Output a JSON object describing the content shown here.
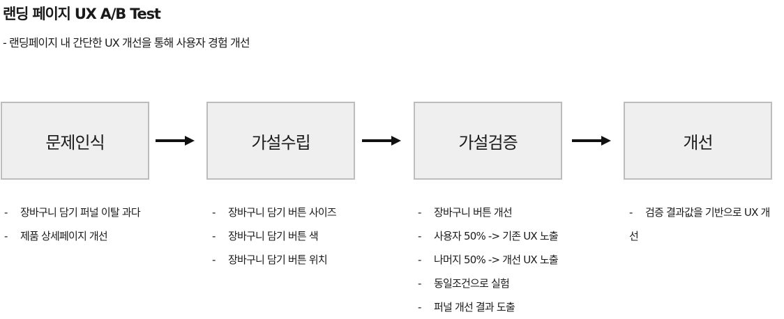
{
  "title": "랜딩 페이지 UX A/B Test",
  "subtitle": "- 랜딩페이지 내 간단한 UX 개선을 통해 사용자 경험 개선",
  "dash": "-",
  "steps": [
    {
      "label": "문제인식",
      "items": [
        "장바구니 담기 퍼널 이탈 과다",
        "제품 상세페이지 개선"
      ]
    },
    {
      "label": "가설수립",
      "items": [
        "장바구니 담기 버튼 사이즈",
        "장바구니 담기 버튼 색",
        "장바구니 담기 버튼 위치"
      ]
    },
    {
      "label": "가설검증",
      "items": [
        "장바구니 버튼 개선",
        "사용자 50% -> 기존 UX 노출",
        "나머지 50% -> 개선 UX 노출",
        "동일조건으로 실험",
        "퍼널 개선 결과 도출"
      ]
    },
    {
      "label": "개선",
      "items": [
        "검증 결과값을 기반으로 UX 개선"
      ]
    }
  ]
}
